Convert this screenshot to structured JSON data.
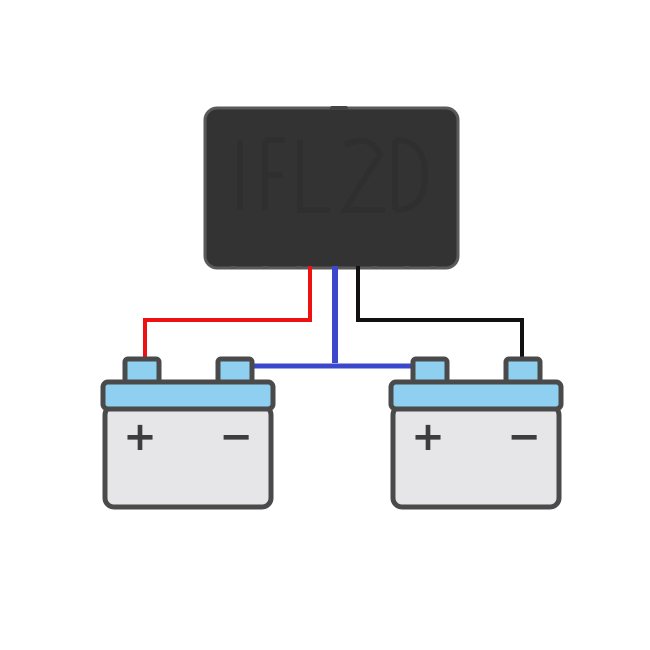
{
  "diagram": {
    "device": {
      "icon": "balancer-module-icon",
      "body_color": "#333333",
      "border_color": "#555555"
    },
    "batteries": [
      {
        "id": "left",
        "positive_symbol": "+",
        "negative_symbol": "−",
        "case_color": "#e6e6e8",
        "top_color": "#8fd0f0",
        "outline_color": "#4a4a4a"
      },
      {
        "id": "right",
        "positive_symbol": "+",
        "negative_symbol": "−",
        "case_color": "#e6e6e8",
        "top_color": "#8fd0f0",
        "outline_color": "#4a4a4a"
      }
    ],
    "wires": [
      {
        "name": "red-wire",
        "color": "#ee1111"
      },
      {
        "name": "blue-wire",
        "color": "#3b48cc"
      },
      {
        "name": "black-wire",
        "color": "#111111"
      }
    ]
  }
}
